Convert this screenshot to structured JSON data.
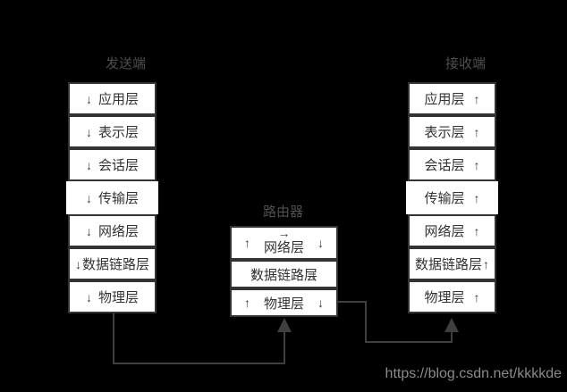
{
  "sender": {
    "title": "发送端",
    "direction_arrow": "↓",
    "layers": [
      "应用层",
      "表示层",
      "会话层",
      "传输层",
      "网络层",
      "数据链路层",
      "物理层"
    ]
  },
  "router": {
    "title": "路由器",
    "up_arrow": "↑",
    "down_arrow": "↓",
    "forward_arrow": "→",
    "layers": [
      "网络层",
      "数据链路层",
      "物理层"
    ]
  },
  "receiver": {
    "title": "接收端",
    "direction_arrow": "↑",
    "layers": [
      "应用层",
      "表示层",
      "会话层",
      "传输层",
      "网络层",
      "数据链路层",
      "物理层"
    ]
  },
  "watermark": "https://blog.csdn.net/kkkkde",
  "colors": {
    "background": "#000000",
    "box_fill": "#ffffff",
    "box_border": "#333333",
    "box_text": "#333333",
    "highlight_border": "#ffffff",
    "label_text": "#4f4f4f",
    "connector": "#3f3f3f",
    "watermark": "#8a8a8a"
  }
}
